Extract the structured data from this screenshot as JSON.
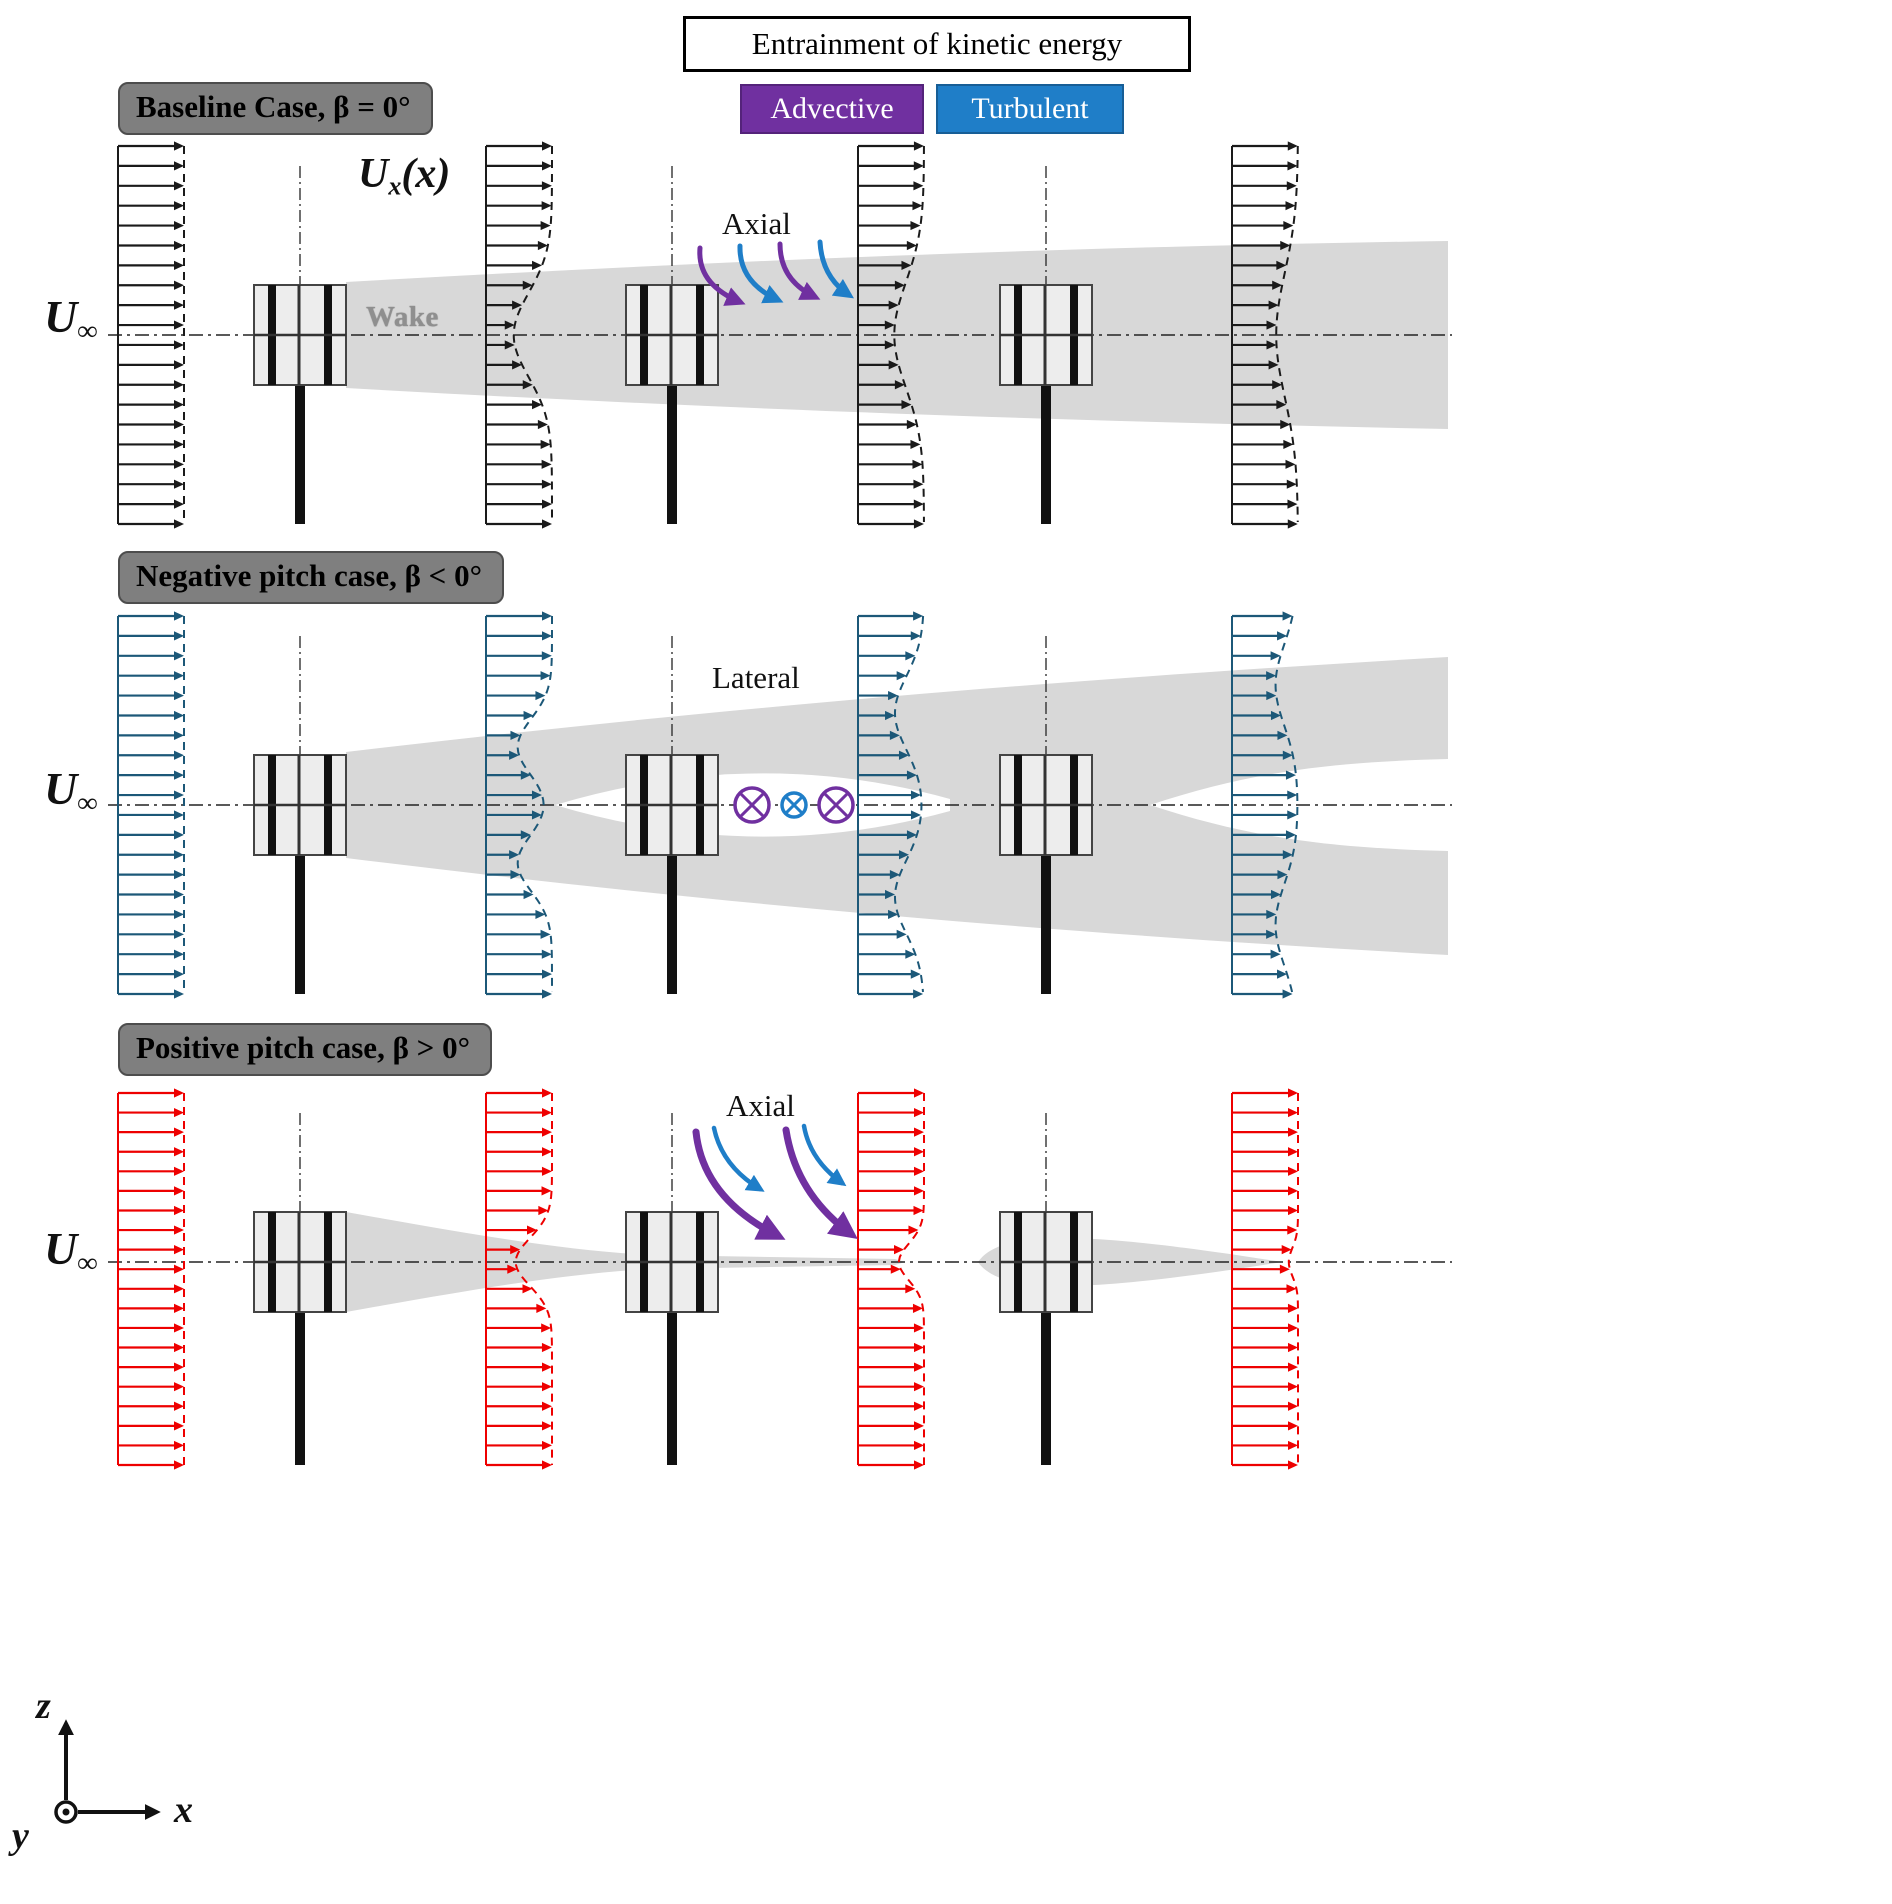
{
  "legend": {
    "title": "Entrainment of kinetic energy",
    "items": [
      {
        "key": "advective",
        "label": "Advective",
        "color": "#7030A0",
        "border": "#54237a"
      },
      {
        "key": "turbulent",
        "label": "Turbulent",
        "color": "#1F7EC8",
        "border": "#175e96"
      }
    ]
  },
  "panels": [
    {
      "key": "baseline",
      "title": "Baseline Case, β = 0°",
      "arrow_color": "#1a1a1a",
      "inflow": {
        "u": "U",
        "sub": "∞"
      },
      "annotations": {
        "profile_u": "U",
        "profile_sub": "x",
        "profile_args": "(x)",
        "wake_label": "Wake",
        "entrainment_label": "Axial"
      }
    },
    {
      "key": "negative",
      "title": "Negative pitch case, β < 0°",
      "arrow_color": "#1C5878",
      "inflow": {
        "u": "U",
        "sub": "∞"
      },
      "annotations": {
        "entrainment_label": "Lateral"
      }
    },
    {
      "key": "positive",
      "title": "Positive pitch case, β > 0°",
      "arrow_color": "#EE0000",
      "inflow": {
        "u": "U",
        "sub": "∞"
      },
      "annotations": {
        "entrainment_label": "Axial"
      }
    }
  ],
  "axes": {
    "x": "x",
    "y": "y",
    "z": "z"
  },
  "wake_color": "#D8D8D8"
}
